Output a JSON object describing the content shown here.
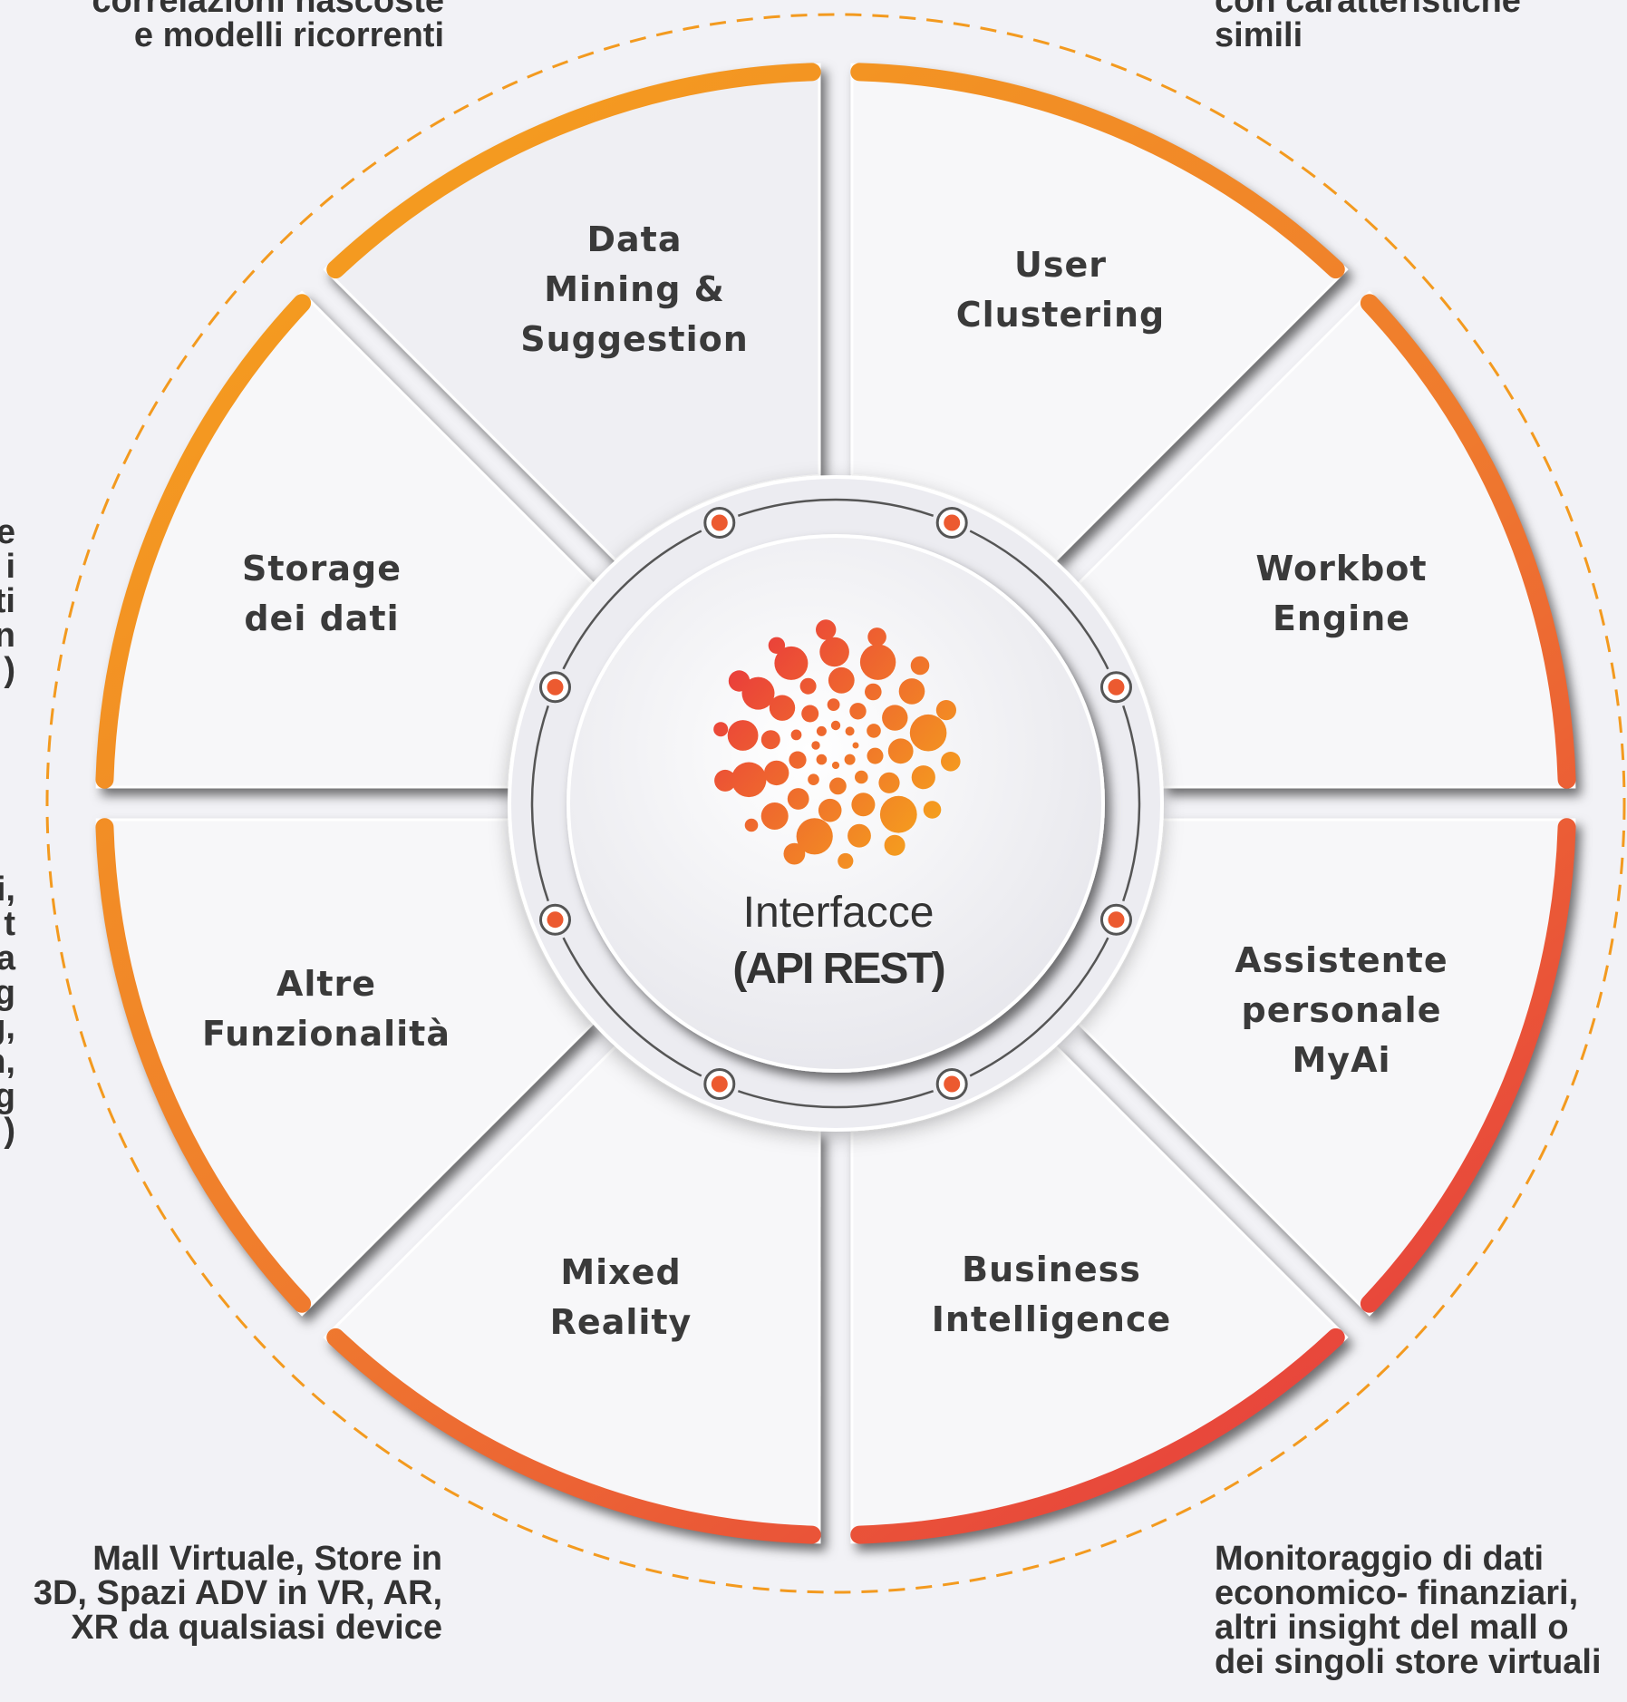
{
  "colors": {
    "accent_orange": "#f39a1f",
    "accent_red": "#e8303f",
    "background": "#f2f2f6",
    "text": "#3a3a3a"
  },
  "center": {
    "icon": "dot-sphere-logo",
    "title": "Interfacce",
    "subtitle": "(API REST)"
  },
  "segments": [
    {
      "label": "Data\nMining &\nSuggestion"
    },
    {
      "label": "User\nClustering"
    },
    {
      "label": "Workbot\nEngine"
    },
    {
      "label": "Assistente\npersonale\nMyAi"
    },
    {
      "label": "Business\nIntelligence"
    },
    {
      "label": "Mixed\nReality"
    },
    {
      "label": "Altre\nFunzionalità"
    },
    {
      "label": "Storage\ndei dati"
    }
  ],
  "notes": {
    "top_left": "correlazioni nascoste\ne modelli ricorrenti",
    "top_right": "con caratteristiche\nsimili",
    "bottom_left": "Mall Virtuale, Store in\n3D, Spazi ADV in VR, AR,\nXR da qualsiasi device",
    "bottom_right": "Monitoraggio di dati\neconomico- finanziari,\naltri insight del mall o\ndei singoli store virtuali",
    "left_upper_fragments": "e\ni\nti\nn\n)",
    "left_lower_fragments": "i,\nt\na\ng\ng,\nn,\ng\n)"
  }
}
